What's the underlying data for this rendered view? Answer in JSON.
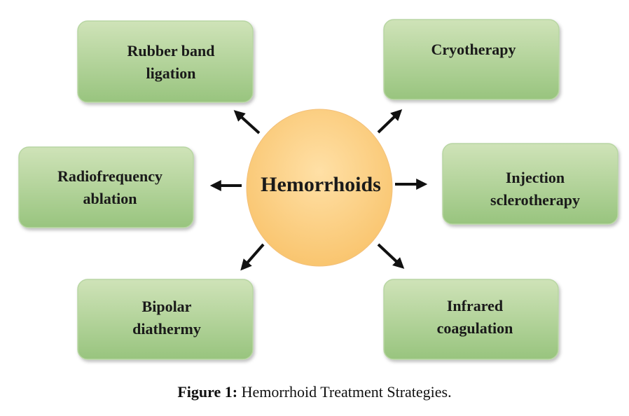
{
  "center": {
    "label": "Hemorrhoids"
  },
  "treatments": [
    {
      "id": "rubber-band-ligation",
      "lines": [
        "Rubber band",
        "ligation"
      ]
    },
    {
      "id": "cryotherapy",
      "lines": [
        "Cryotherapy"
      ]
    },
    {
      "id": "radiofrequency-ablation",
      "lines": [
        "Radiofrequency",
        "ablation"
      ]
    },
    {
      "id": "injection-sclerotherapy",
      "lines": [
        "Injection",
        "sclerotherapy"
      ]
    },
    {
      "id": "bipolar-diathermy",
      "lines": [
        "Bipolar",
        "diathermy"
      ]
    },
    {
      "id": "infrared-coagulation",
      "lines": [
        "Infrared",
        "coagulation"
      ]
    }
  ],
  "caption": {
    "label": "Figure 1:",
    "text": " Hemorrhoid Treatment Strategies."
  },
  "colors": {
    "box_fill_top": "#cfe3b8",
    "box_fill_bottom": "#98c47e",
    "box_stroke": "#b8d6a3",
    "center_fill_top": "#ffe0a6",
    "center_fill_bottom": "#f9c56f",
    "arrow": "#111111"
  }
}
